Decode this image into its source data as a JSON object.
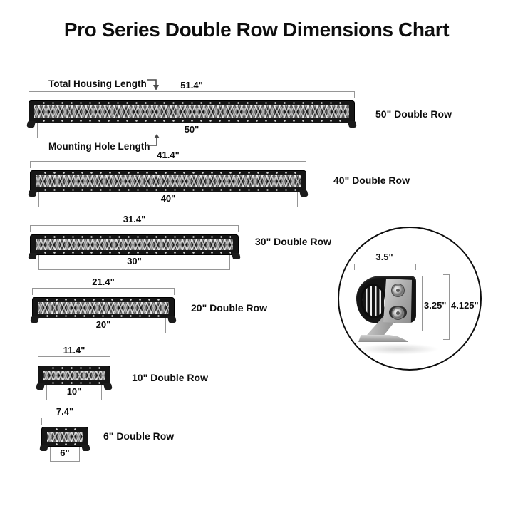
{
  "title": "Pro Series Double Row Dimensions Chart",
  "annotations": {
    "total_housing_label": "Total Housing Length",
    "mounting_hole_label": "Mounting Hole Length"
  },
  "bars": [
    {
      "name": "50\" Double Row",
      "housing_length": "51.4\"",
      "mounting_length": "50\""
    },
    {
      "name": "40\" Double Row",
      "housing_length": "41.4\"",
      "mounting_length": "40\""
    },
    {
      "name": "30\" Double Row",
      "housing_length": "31.4\"",
      "mounting_length": "30\""
    },
    {
      "name": "20\" Double Row",
      "housing_length": "21.4\"",
      "mounting_length": "20\""
    },
    {
      "name": "10\" Double Row",
      "housing_length": "11.4\"",
      "mounting_length": "10\""
    },
    {
      "name": "6\" Double Row",
      "housing_length": "7.4\"",
      "mounting_length": "6\""
    }
  ],
  "side_view": {
    "width_label": "3.5\"",
    "body_height_label": "3.25\"",
    "total_height_label": "4.125\""
  },
  "colors": {
    "background": "#ffffff",
    "housing_black": "#161616",
    "dimension_line_gray": "#969696",
    "text_black": "#0d0d0d"
  }
}
